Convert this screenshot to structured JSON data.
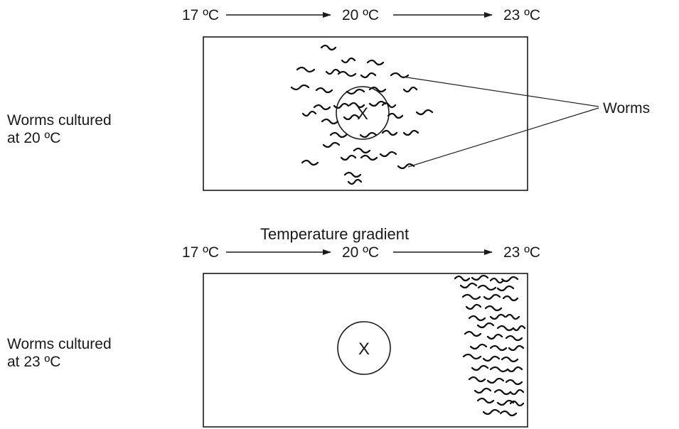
{
  "top_panel": {
    "scale": {
      "left": "17 ºC",
      "middle": "20 ºC",
      "right": "23 ºC"
    },
    "side_label_line1": "Worms cultured",
    "side_label_line2": "at 20 ºC",
    "center_mark": "X",
    "worms_label": "Worms"
  },
  "gradient_label": "Temperature gradient",
  "bottom_panel": {
    "scale": {
      "left": "17 ºC",
      "middle": "20 ºC",
      "right": "23 ºC"
    },
    "side_label_line1": "Worms cultured",
    "side_label_line2": "at 23 ºC",
    "center_mark": "X"
  }
}
